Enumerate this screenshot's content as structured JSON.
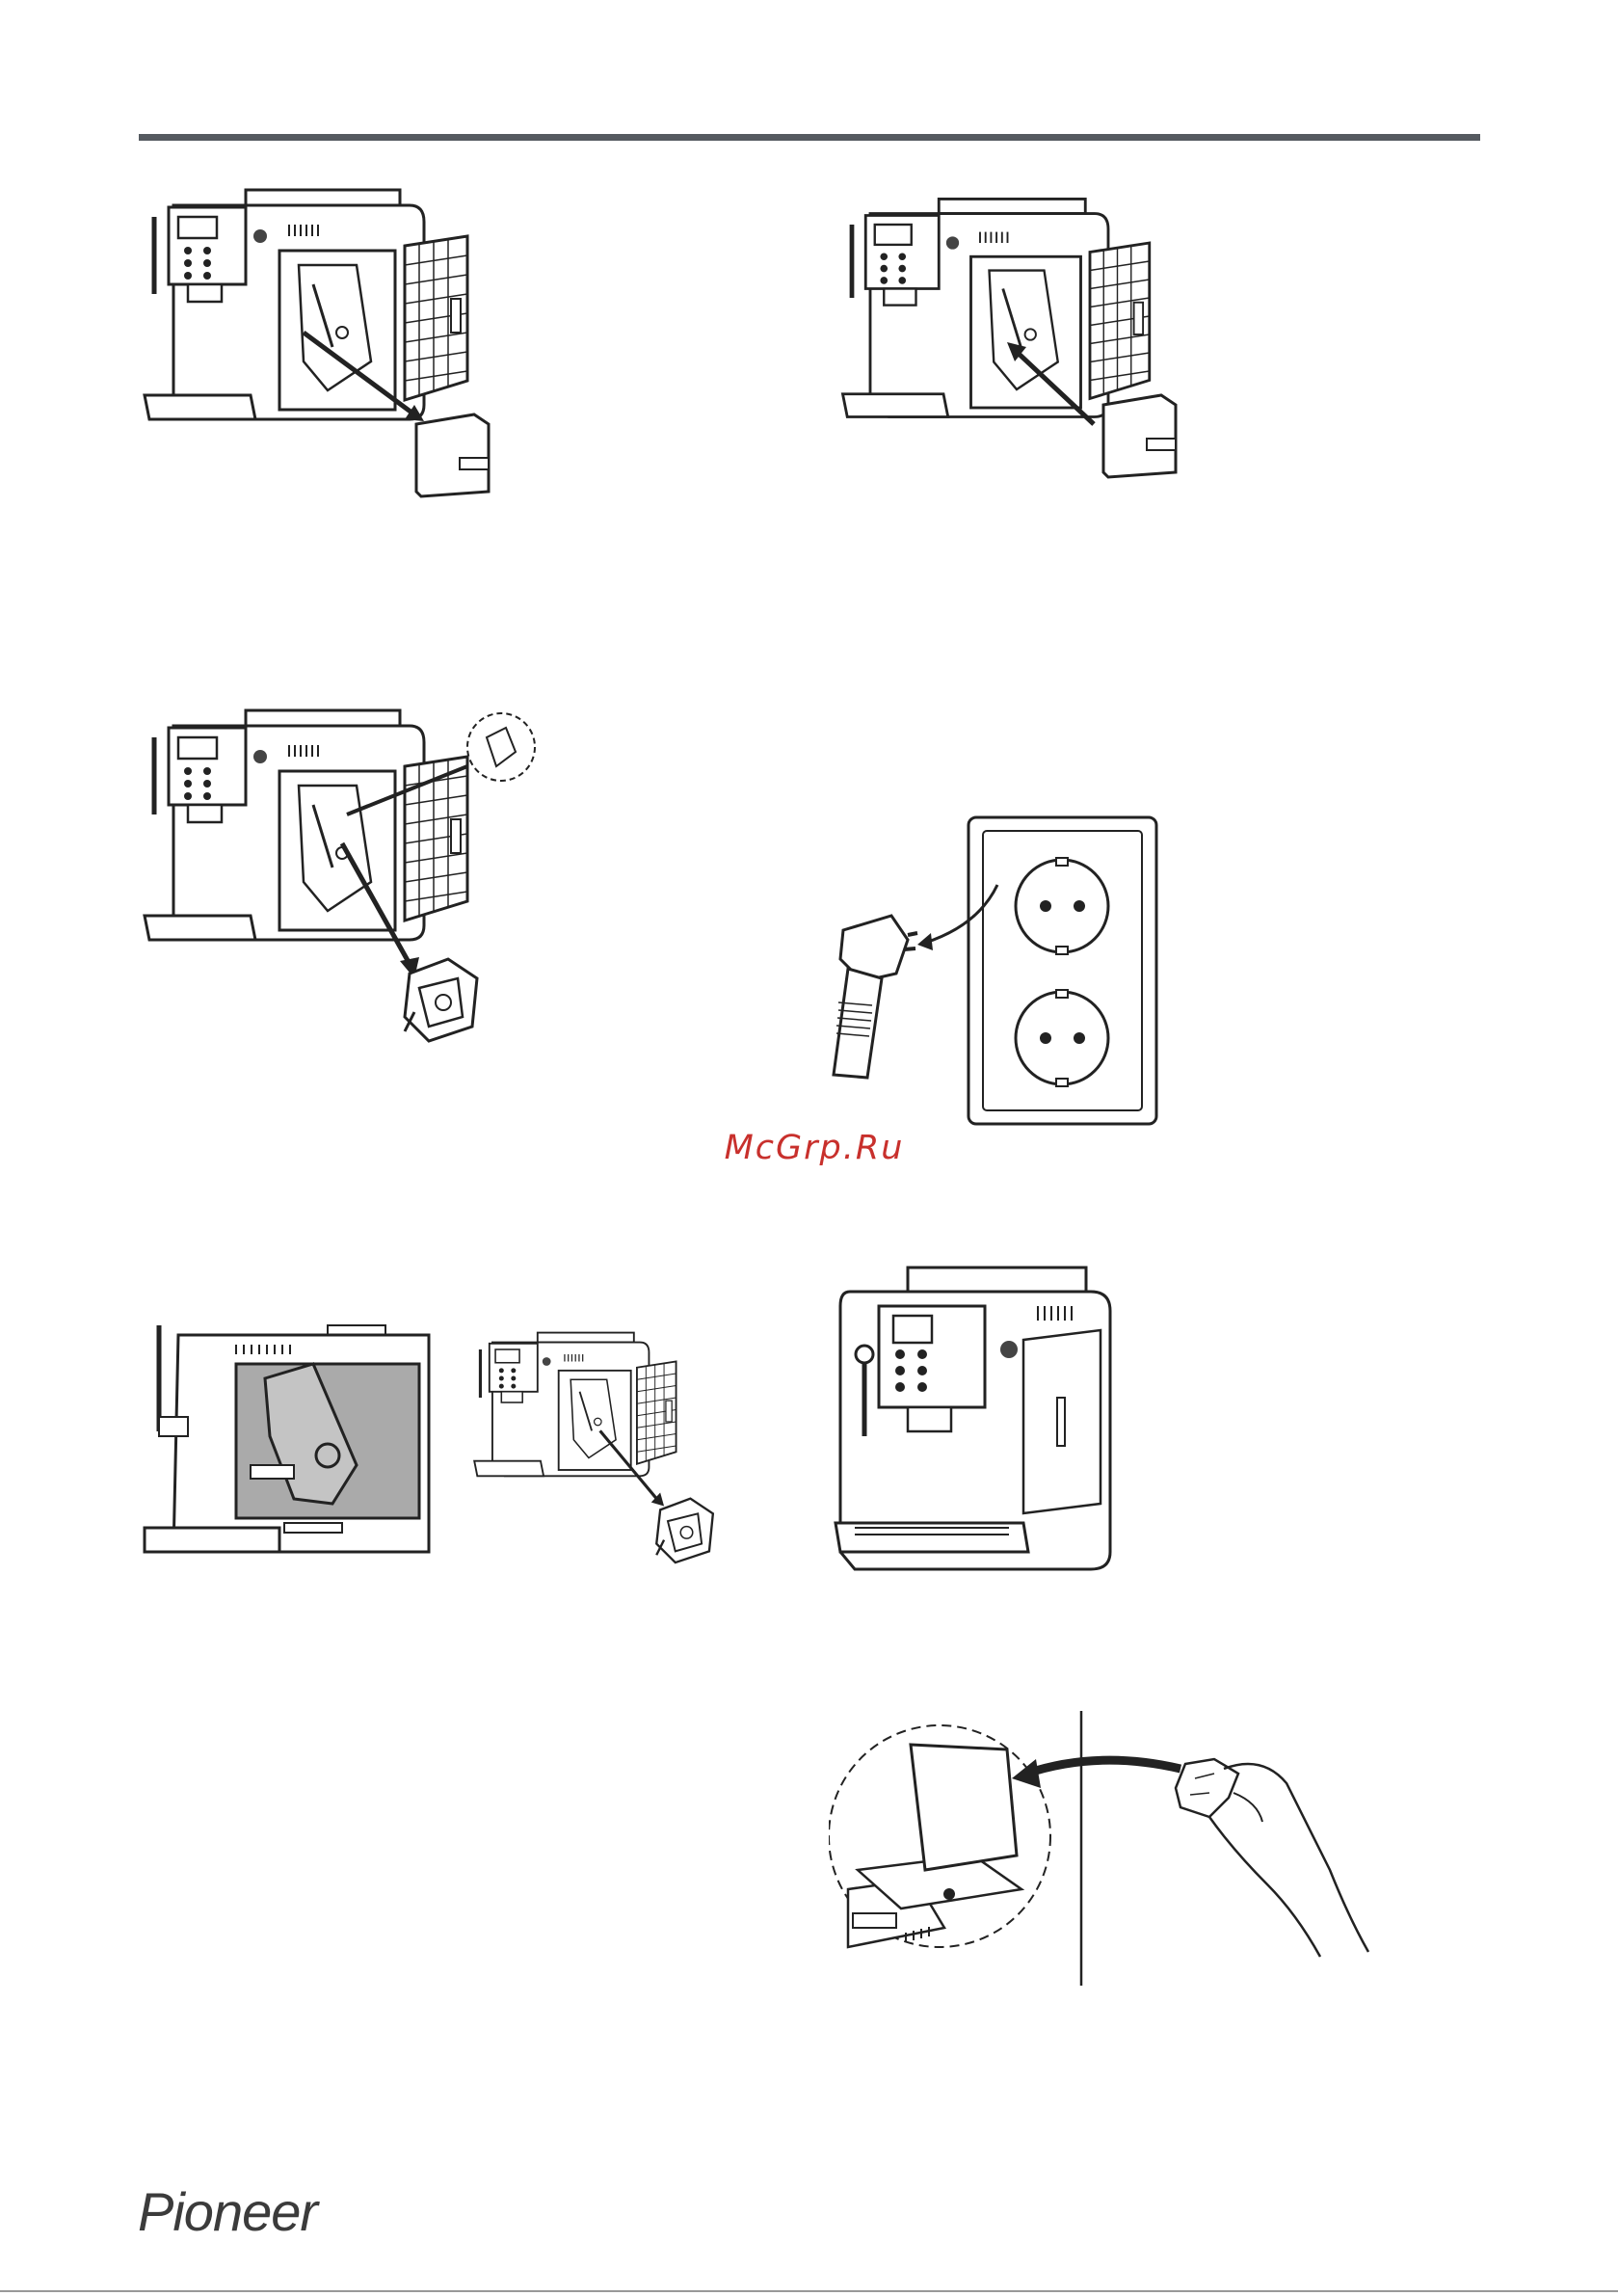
{
  "header": {
    "rule_color": "#555a60"
  },
  "watermark": {
    "text": "McGrp.Ru",
    "color": "#c8302c"
  },
  "footer": {
    "brand": "Pioneer"
  },
  "figures": [
    {
      "id": "fig1",
      "icon": "remove-drip-tray-illustration"
    },
    {
      "id": "fig2",
      "icon": "insert-drip-tray-illustration"
    },
    {
      "id": "fig3",
      "icon": "remove-brewing-unit-illustration"
    },
    {
      "id": "fig4",
      "icon": "unplug-power-illustration"
    },
    {
      "id": "fig5",
      "icon": "brewing-unit-inside-illustration"
    },
    {
      "id": "fig6",
      "icon": "closed-machine-illustration"
    },
    {
      "id": "fig7",
      "icon": "wipe-lid-illustration"
    }
  ]
}
